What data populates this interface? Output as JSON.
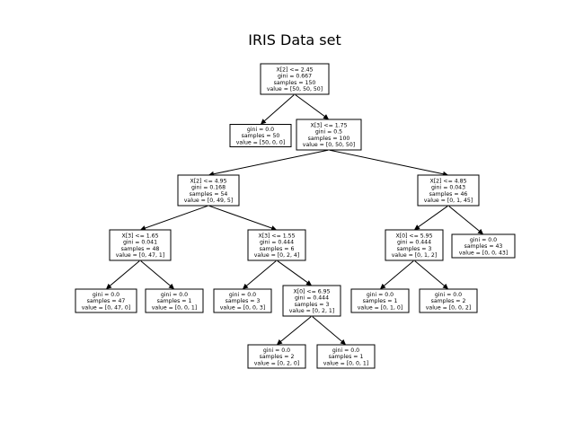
{
  "title": "IRIS Data set",
  "colors": {
    "background": "#ffffff",
    "stroke": "#000000",
    "text": "#000000"
  },
  "nodes": [
    {
      "id": "n0",
      "lines": [
        "X[2] <= 2.45",
        "gini = 0.667",
        "samples = 150",
        "value = [50, 50, 50]"
      ]
    },
    {
      "id": "n1",
      "lines": [
        "gini = 0.0",
        "samples = 50",
        "value = [50, 0, 0]"
      ]
    },
    {
      "id": "n2",
      "lines": [
        "X[3] <= 1.75",
        "gini = 0.5",
        "samples = 100",
        "value = [0, 50, 50]"
      ]
    },
    {
      "id": "n3",
      "lines": [
        "X[2] <= 4.95",
        "gini = 0.168",
        "samples = 54",
        "value = [0, 49, 5]"
      ]
    },
    {
      "id": "n4",
      "lines": [
        "X[2] <= 4.85",
        "gini = 0.043",
        "samples = 46",
        "value = [0, 1, 45]"
      ]
    },
    {
      "id": "n5",
      "lines": [
        "X[3] <= 1.65",
        "gini = 0.041",
        "samples = 48",
        "value = [0, 47, 1]"
      ]
    },
    {
      "id": "n6",
      "lines": [
        "X[3] <= 1.55",
        "gini = 0.444",
        "samples = 6",
        "value = [0, 2, 4]"
      ]
    },
    {
      "id": "n7",
      "lines": [
        "X[0] <= 5.95",
        "gini = 0.444",
        "samples = 3",
        "value = [0, 1, 2]"
      ]
    },
    {
      "id": "n8",
      "lines": [
        "gini = 0.0",
        "samples = 43",
        "value = [0, 0, 43]"
      ]
    },
    {
      "id": "n9",
      "lines": [
        "gini = 0.0",
        "samples = 47",
        "value = [0, 47, 0]"
      ]
    },
    {
      "id": "n10",
      "lines": [
        "gini = 0.0",
        "samples = 1",
        "value = [0, 0, 1]"
      ]
    },
    {
      "id": "n11",
      "lines": [
        "gini = 0.0",
        "samples = 3",
        "value = [0, 0, 3]"
      ]
    },
    {
      "id": "n12",
      "lines": [
        "X[0] <= 6.95",
        "gini = 0.444",
        "samples = 3",
        "value = [0, 2, 1]"
      ]
    },
    {
      "id": "n13",
      "lines": [
        "gini = 0.0",
        "samples = 1",
        "value = [0, 1, 0]"
      ]
    },
    {
      "id": "n14",
      "lines": [
        "gini = 0.0",
        "samples = 2",
        "value = [0, 0, 2]"
      ]
    },
    {
      "id": "n15",
      "lines": [
        "gini = 0.0",
        "samples = 2",
        "value = [0, 2, 0]"
      ]
    },
    {
      "id": "n16",
      "lines": [
        "gini = 0.0",
        "samples = 1",
        "value = [0, 0, 1]"
      ]
    }
  ],
  "edges": [
    [
      "n0",
      "n1"
    ],
    [
      "n0",
      "n2"
    ],
    [
      "n2",
      "n3"
    ],
    [
      "n2",
      "n4"
    ],
    [
      "n3",
      "n5"
    ],
    [
      "n3",
      "n6"
    ],
    [
      "n4",
      "n7"
    ],
    [
      "n4",
      "n8"
    ],
    [
      "n5",
      "n9"
    ],
    [
      "n5",
      "n10"
    ],
    [
      "n6",
      "n11"
    ],
    [
      "n6",
      "n12"
    ],
    [
      "n7",
      "n13"
    ],
    [
      "n7",
      "n14"
    ],
    [
      "n12",
      "n15"
    ],
    [
      "n12",
      "n16"
    ]
  ]
}
